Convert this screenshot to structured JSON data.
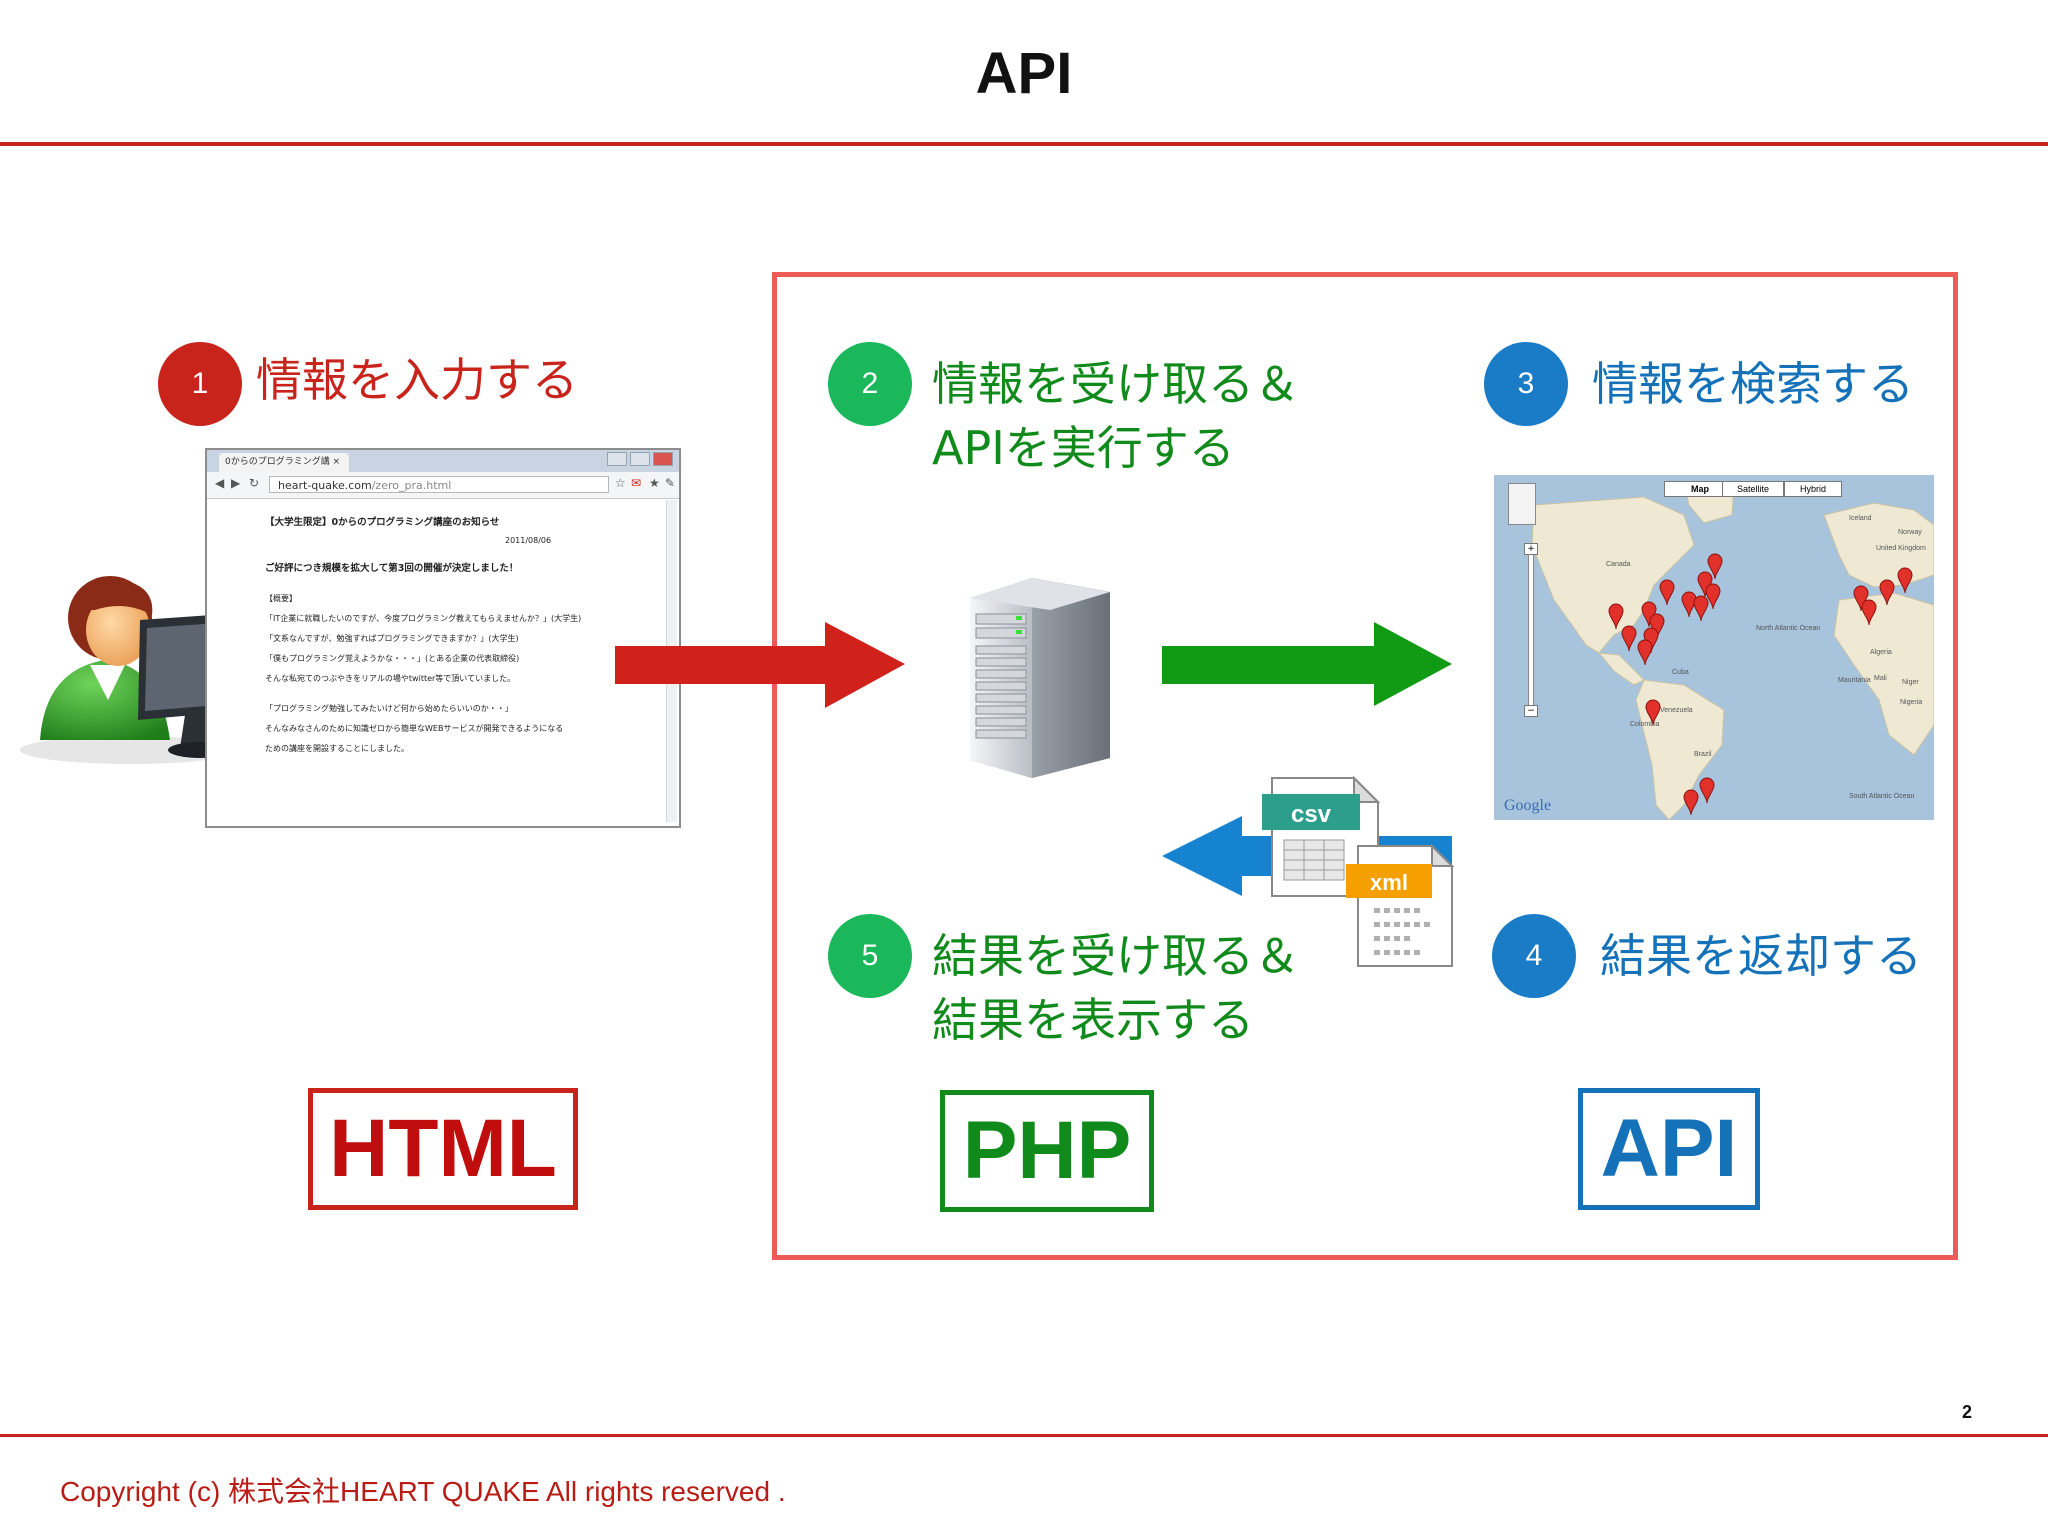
{
  "slide": {
    "title": "API",
    "page_number": "2",
    "copyright": "Copyright (c) 株式会社HEART QUAKE All rights reserved ."
  },
  "steps": [
    {
      "number": "1",
      "line1": "情報を入力する",
      "line2": ""
    },
    {
      "number": "2",
      "line1": "情報を受け取る＆",
      "line2": "APIを実行する"
    },
    {
      "number": "3",
      "line1": "情報を検索する",
      "line2": ""
    },
    {
      "number": "4",
      "line1": "結果を返却する",
      "line2": ""
    },
    {
      "number": "5",
      "line1": "結果を受け取る＆",
      "line2": "結果を表示する"
    }
  ],
  "labels": {
    "html": "HTML",
    "php": "PHP",
    "api": "API"
  },
  "browser": {
    "tab_title": "0からのプログラミング講 ×",
    "url_host": "heart-quake.com",
    "url_path": "/zero_pra.html",
    "lines": [
      "【大学生限定】0からのプログラミング講座のお知らせ",
      "2011/08/06",
      "ご好評につき規模を拡大して第3回の開催が決定しました！",
      "【概要】",
      "「IT企業に就職したいのですが、今度プログラミング教えてもらえませんか？」(大学生)",
      "「文系なんですが、勉強すればプログラミングできますか？」(大学生)",
      "「僕もプログラミング覚えようかな・・・」(とある企業の代表取締役)",
      "そんな私宛てのつぶやきをリアルの場やtwitter等で頂いていました。",
      "「プログラミング勉強してみたいけど何から始めたらいいのか・・」",
      "そんなみなさんのために知識ゼロから簡単なWEBサービスが開発できるようになる",
      "ための講座を開設することにしました。"
    ]
  },
  "map": {
    "buttons": [
      "Map",
      "Satellite",
      "Hybrid"
    ],
    "places": [
      "Canada",
      "North Atlantic Ocean",
      "South Atlantic Ocean",
      "Brazil",
      "Venezuela",
      "Colombia",
      "Cuba",
      "United Kingdom",
      "Iceland",
      "Norway",
      "Algeria",
      "Mali",
      "Niger",
      "Nigeria",
      "Mauritania"
    ],
    "logo": "Google"
  },
  "files": {
    "csv_label": "csv",
    "xml_label": "xml"
  },
  "colors": {
    "red": "#c9241b",
    "green": "#118a1c",
    "blue": "#1572b8",
    "frame": "#ee5a58"
  }
}
